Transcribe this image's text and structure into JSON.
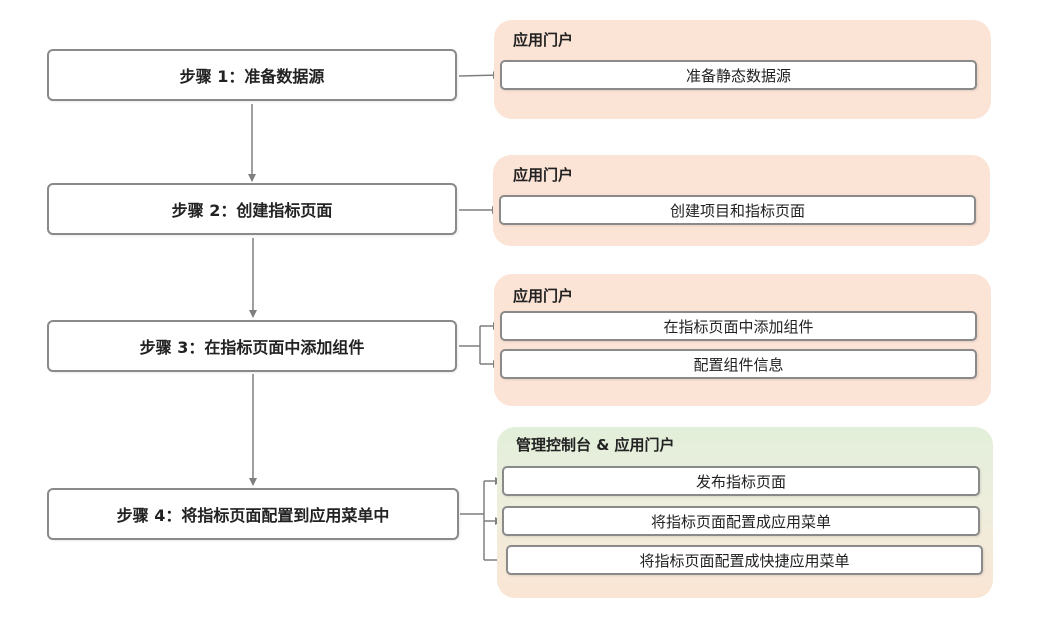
{
  "steps": [
    {
      "label": "步骤 1：准备数据源"
    },
    {
      "label": "步骤 2：创建指标页面"
    },
    {
      "label": "步骤 3：在指标页面中添加组件"
    },
    {
      "label": "步骤 4：将指标页面配置到应用菜单中"
    }
  ],
  "panels": [
    {
      "title": "应用门户",
      "tasks": [
        "准备静态数据源"
      ]
    },
    {
      "title": "应用门户",
      "tasks": [
        "创建项目和指标页面"
      ]
    },
    {
      "title": "应用门户",
      "tasks": [
        "在指标页面中添加组件",
        "配置组件信息"
      ]
    },
    {
      "title": "管理控制台 & 应用门户",
      "tasks": [
        "发布指标页面",
        "将指标页面配置成应用菜单",
        "将指标页面配置成快捷应用菜单"
      ]
    }
  ],
  "colors": {
    "panel_orange": "#fbe3d6",
    "panel_green": "#e2efda",
    "border": "#8a8a8a",
    "arrow": "#7f7f7f"
  }
}
